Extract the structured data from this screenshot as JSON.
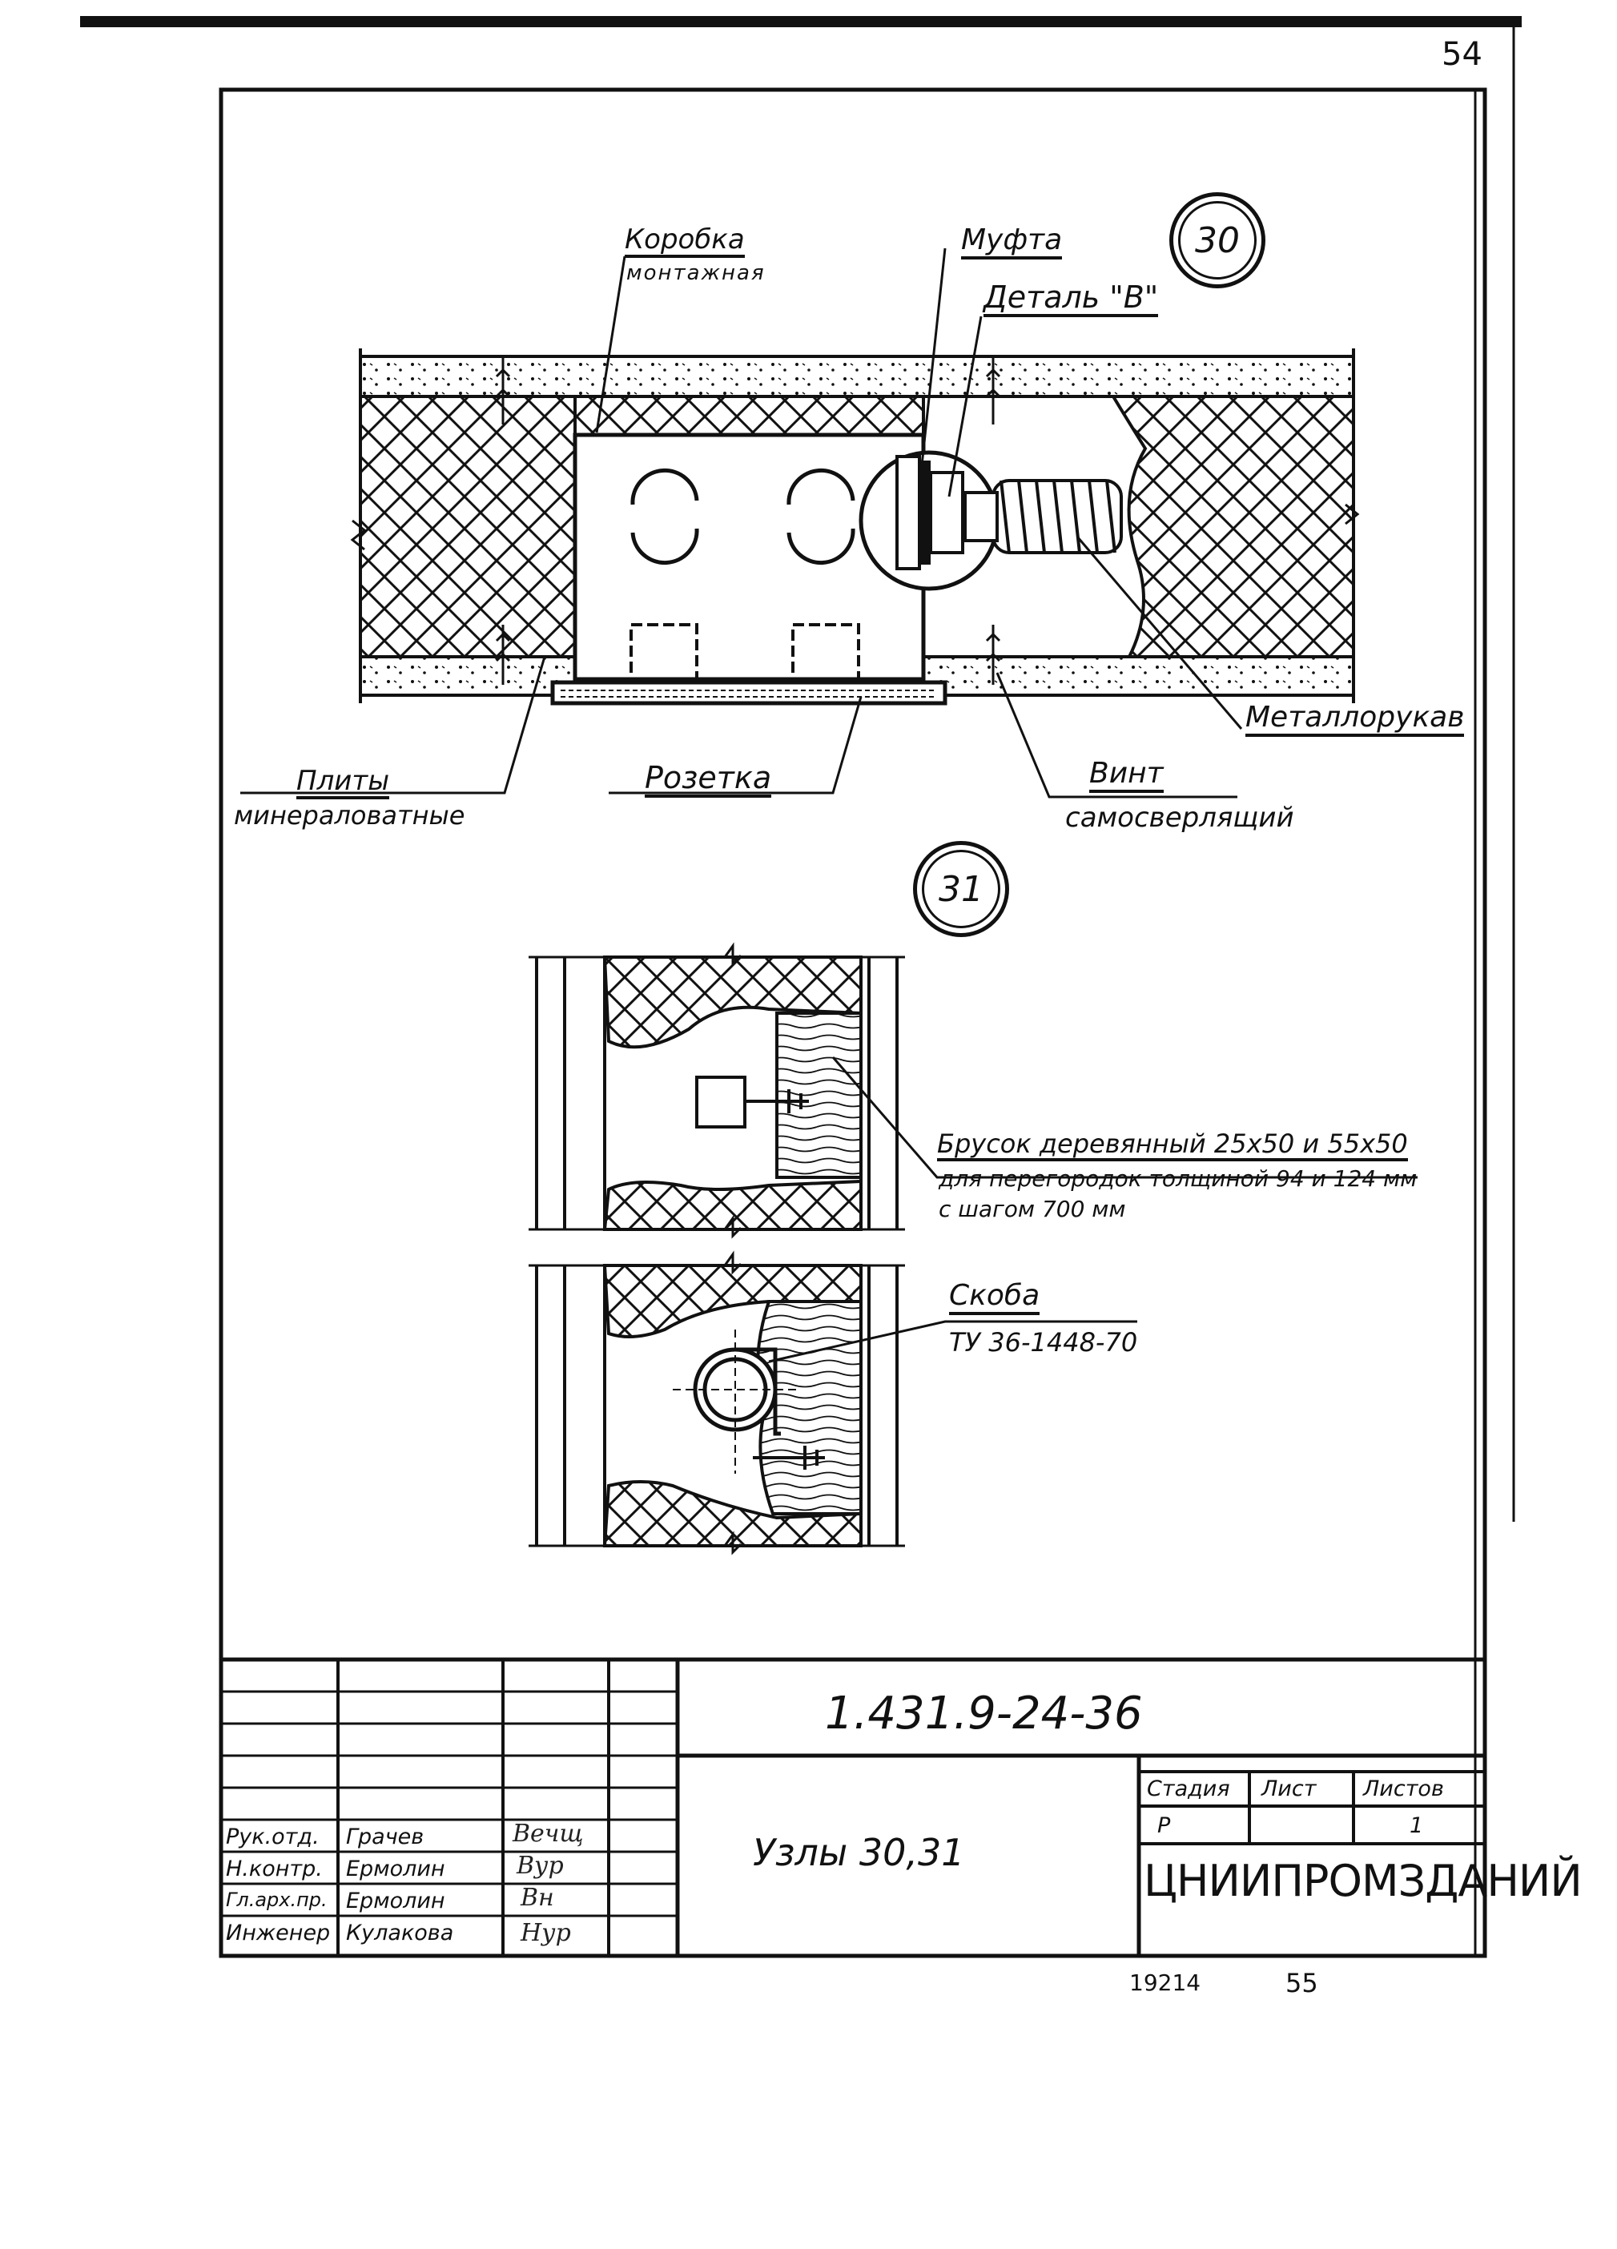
{
  "page_number": "54",
  "node_30": {
    "number": "30",
    "labels": {
      "box_line1": "Коробка",
      "box_line2": "монтажная",
      "coupling": "Муфта",
      "detail": "Деталь \"В\"",
      "hose": "Металлорукав",
      "slabs_line1": "Плиты",
      "slabs_line2": "минераловатные",
      "socket": "Розетка",
      "screw_line1": "Винт",
      "screw_line2": "самосверлящий"
    }
  },
  "node_31": {
    "number": "31",
    "labels": {
      "bar_line1": "Брусок деревянный 25х50 и 55х50",
      "bar_line2": "для перегородок толщиной 94 и 124 мм",
      "bar_line3": "с шагом 700 мм",
      "clip_line1": "Скоба",
      "clip_line2": "ТУ 36-1448-70"
    }
  },
  "title_block": {
    "doc_code": "1.431.9-24-36",
    "sheet_title": "Узлы 30,31",
    "stage_header": "Стадия",
    "sheet_header": "Лист",
    "sheets_header": "Листов",
    "stage_value": "Р",
    "sheets_value": "1",
    "organization": "ЦНИИПРОМЗДАНИЙ",
    "staff": [
      {
        "role": "Рук.отд.",
        "name": "Грачев"
      },
      {
        "role": "Н.контр.",
        "name": "Ермолин"
      },
      {
        "role": "Гл.арх.пр.",
        "name": "Ермолин"
      },
      {
        "role": "Инженер",
        "name": "Кулакова"
      }
    ],
    "signatures": [
      "Вечщ",
      "Вур",
      "Вн",
      "Нур"
    ]
  },
  "footer": {
    "inventory": "19214",
    "page": "55"
  },
  "colors": {
    "ink": "#111111",
    "paper": "#ffffff"
  }
}
